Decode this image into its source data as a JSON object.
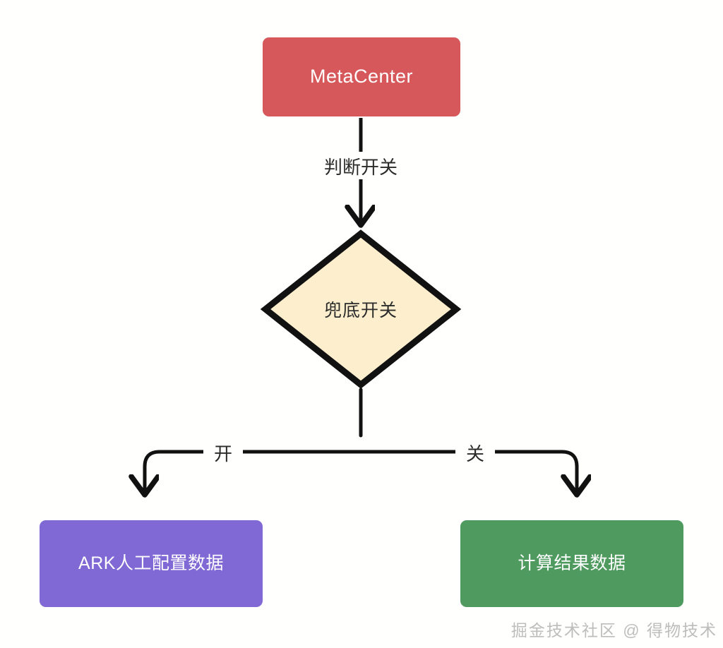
{
  "diagram": {
    "type": "flowchart",
    "background_color": "#FFFFFD",
    "nodes": {
      "start": {
        "label": "MetaCenter",
        "shape": "rounded-rectangle",
        "fill_color": "#D7585A",
        "text_color": "#FFFFFF"
      },
      "decision": {
        "label": "兜底开关",
        "shape": "diamond",
        "fill_color": "#FDEFCD",
        "border_color": "#111111",
        "text_color": "#2B2B2B"
      },
      "branch_true": {
        "label": "ARK人工配置数据",
        "shape": "rounded-rectangle",
        "fill_color": "#8069D4",
        "text_color": "#FFFFFF"
      },
      "branch_false": {
        "label": "计算结果数据",
        "shape": "rounded-rectangle",
        "fill_color": "#4E9A5F",
        "text_color": "#FFFFFF"
      }
    },
    "edges": {
      "start_to_decision": "判断开关",
      "decision_to_true": "开",
      "decision_to_false": "关"
    }
  },
  "watermark": {
    "text": "掘金技术社区 @ 得物技术",
    "color": "#BDBDBD"
  }
}
